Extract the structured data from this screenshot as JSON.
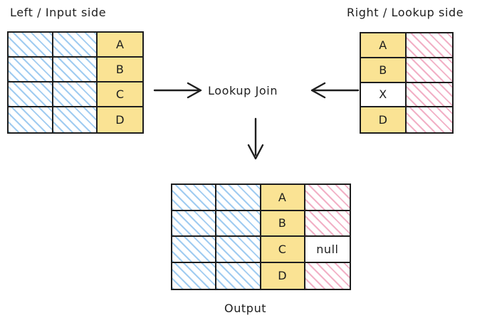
{
  "diagram": {
    "title_left": "Left / Input side",
    "title_right": "Right / Lookup side",
    "center_label": "Lookup Join",
    "output_label": "Output"
  },
  "colors": {
    "stroke": "#1e1e1e",
    "key_fill": "#fae394",
    "left_hatch": "#9bc9f0",
    "right_hatch": "#f0a8c0",
    "background": "#ffffff"
  },
  "left_table": {
    "name": "Left / Input side",
    "columns": 3,
    "rows": [
      [
        {
          "type": "hatch-blue",
          "text": ""
        },
        {
          "type": "hatch-blue",
          "text": ""
        },
        {
          "type": "key",
          "text": "A"
        }
      ],
      [
        {
          "type": "hatch-blue",
          "text": ""
        },
        {
          "type": "hatch-blue",
          "text": ""
        },
        {
          "type": "key",
          "text": "B"
        }
      ],
      [
        {
          "type": "hatch-blue",
          "text": ""
        },
        {
          "type": "hatch-blue",
          "text": ""
        },
        {
          "type": "key",
          "text": "C"
        }
      ],
      [
        {
          "type": "hatch-blue",
          "text": ""
        },
        {
          "type": "hatch-blue",
          "text": ""
        },
        {
          "type": "key",
          "text": "D"
        }
      ]
    ]
  },
  "right_table": {
    "name": "Right / Lookup side",
    "columns": 2,
    "rows": [
      [
        {
          "type": "key",
          "text": "A"
        },
        {
          "type": "hatch-pink",
          "text": ""
        }
      ],
      [
        {
          "type": "key",
          "text": "B"
        },
        {
          "type": "hatch-pink",
          "text": ""
        }
      ],
      [
        {
          "type": "plain",
          "text": "X"
        },
        {
          "type": "hatch-pink",
          "text": ""
        }
      ],
      [
        {
          "type": "key",
          "text": "D"
        },
        {
          "type": "hatch-pink",
          "text": ""
        }
      ]
    ]
  },
  "output_table": {
    "name": "Output",
    "columns": 4,
    "rows": [
      [
        {
          "type": "hatch-blue",
          "text": ""
        },
        {
          "type": "hatch-blue",
          "text": ""
        },
        {
          "type": "key",
          "text": "A"
        },
        {
          "type": "hatch-pink",
          "text": ""
        }
      ],
      [
        {
          "type": "hatch-blue",
          "text": ""
        },
        {
          "type": "hatch-blue",
          "text": ""
        },
        {
          "type": "key",
          "text": "B"
        },
        {
          "type": "hatch-pink",
          "text": ""
        }
      ],
      [
        {
          "type": "hatch-blue",
          "text": ""
        },
        {
          "type": "hatch-blue",
          "text": ""
        },
        {
          "type": "key",
          "text": "C"
        },
        {
          "type": "plain",
          "text": "null"
        }
      ],
      [
        {
          "type": "hatch-blue",
          "text": ""
        },
        {
          "type": "hatch-blue",
          "text": ""
        },
        {
          "type": "key",
          "text": "D"
        },
        {
          "type": "hatch-pink",
          "text": ""
        }
      ]
    ]
  },
  "arrows": [
    {
      "name": "arrow-left-to-join",
      "direction": "right"
    },
    {
      "name": "arrow-right-to-join",
      "direction": "left"
    },
    {
      "name": "arrow-join-to-output",
      "direction": "down"
    }
  ]
}
